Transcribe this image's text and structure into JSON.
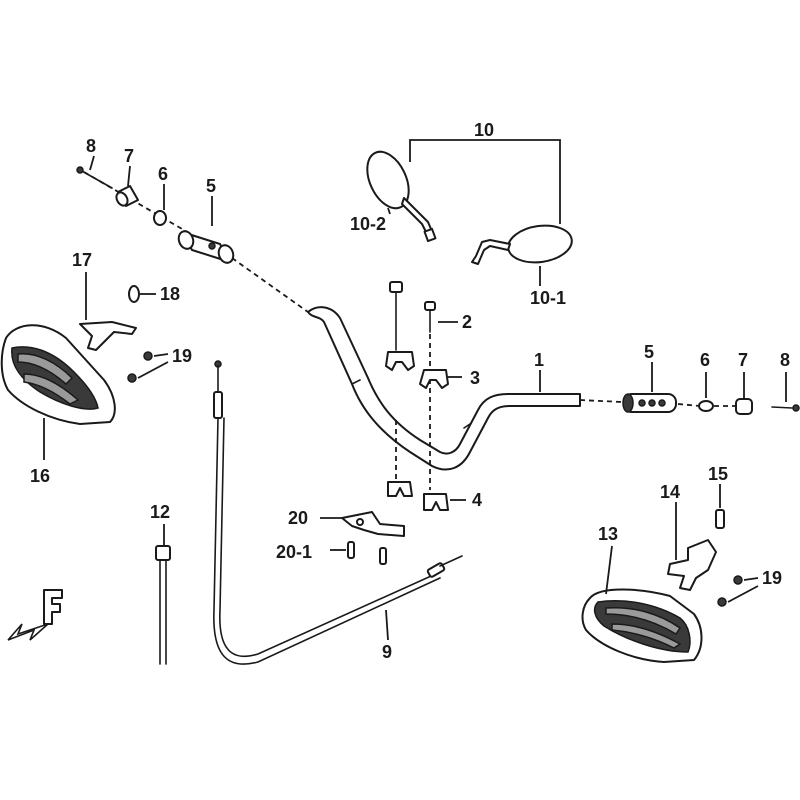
{
  "labels": {
    "l1": "1",
    "l2": "2",
    "l3": "3",
    "l4": "4",
    "l5_left": "5",
    "l5_right": "5",
    "l6_left": "6",
    "l6_right": "6",
    "l7_left": "7",
    "l7_right": "7",
    "l8_left": "8",
    "l8_right": "8",
    "l9": "9",
    "l10": "10",
    "l10_1": "10-1",
    "l10_2": "10-2",
    "l12": "12",
    "l13": "13",
    "l14": "14",
    "l15": "15",
    "l16": "16",
    "l17": "17",
    "l18": "18",
    "l19_left": "19",
    "l19_right": "19",
    "l20": "20",
    "l20_1": "20-1"
  },
  "colors": {
    "line": "#1a1a1a",
    "fill": "#ffffff",
    "shade": "#3a3a3a",
    "mid": "#9a9a9a"
  }
}
